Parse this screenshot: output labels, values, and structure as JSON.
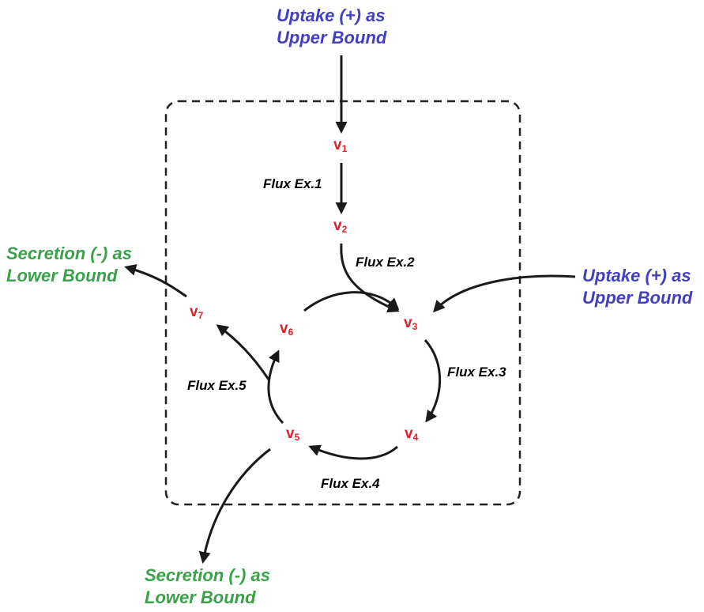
{
  "colors": {
    "uptake": "#4040c0",
    "secretion": "#3aa14a",
    "node": "#e0202c",
    "arrow": "#1a1a1a",
    "boundary": "#222222"
  },
  "boundary": {
    "style": "dashed rounded rectangle"
  },
  "uptake_labels": [
    {
      "line1": "Uptake (+) as",
      "line2": "Upper Bound"
    },
    {
      "line1": "Uptake (+) as",
      "line2": "Upper Bound"
    }
  ],
  "secretion_labels": [
    {
      "line1": "Secretion (-) as",
      "line2": "Lower Bound"
    },
    {
      "line1": "Secretion (-) as",
      "line2": "Lower Bound"
    }
  ],
  "nodes": [
    {
      "letter": "v",
      "sub": "1"
    },
    {
      "letter": "v",
      "sub": "2"
    },
    {
      "letter": "v",
      "sub": "3"
    },
    {
      "letter": "v",
      "sub": "4"
    },
    {
      "letter": "v",
      "sub": "5"
    },
    {
      "letter": "v",
      "sub": "6"
    },
    {
      "letter": "v",
      "sub": "7"
    }
  ],
  "flux_labels": [
    "Flux Ex.1",
    "Flux Ex.2",
    "Flux Ex.3",
    "Flux Ex.4",
    "Flux Ex.5"
  ]
}
